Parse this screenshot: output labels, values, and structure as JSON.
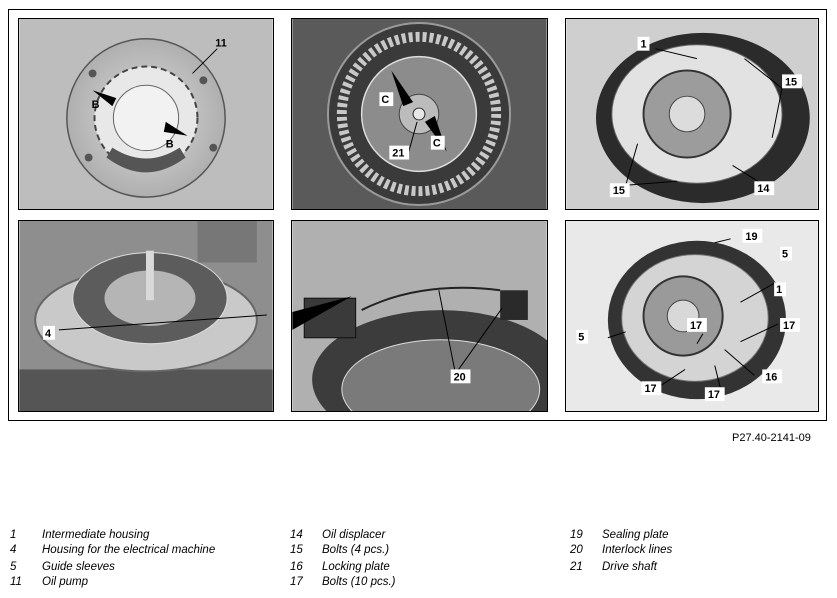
{
  "figure": {
    "id": "P27.40-2141-09",
    "callouts": {
      "p1": [
        "11",
        "B",
        "B"
      ],
      "p2": [
        "C",
        "C",
        "21"
      ],
      "p3": [
        "1",
        "15",
        "15",
        "14"
      ],
      "p4": [
        "4"
      ],
      "p5": [
        "20"
      ],
      "p6": [
        "19",
        "5",
        "1",
        "5",
        "17",
        "17",
        "16",
        "17",
        "17"
      ]
    }
  },
  "legend": [
    {
      "num": "1",
      "text": "Intermediate housing"
    },
    {
      "num": "4",
      "text": "Housing for the electrical machine"
    },
    {
      "num": "5",
      "text": "Guide sleeves"
    },
    {
      "num": "11",
      "text": "Oil pump"
    },
    {
      "num": "14",
      "text": "Oil displacer"
    },
    {
      "num": "15",
      "text": "Bolts (4 pcs.)"
    },
    {
      "num": "16",
      "text": "Locking plate"
    },
    {
      "num": "17",
      "text": "Bolts (10 pcs.)"
    },
    {
      "num": "19",
      "text": "Sealing plate"
    },
    {
      "num": "20",
      "text": "Interlock lines"
    },
    {
      "num": "21",
      "text": "Drive shaft"
    }
  ]
}
